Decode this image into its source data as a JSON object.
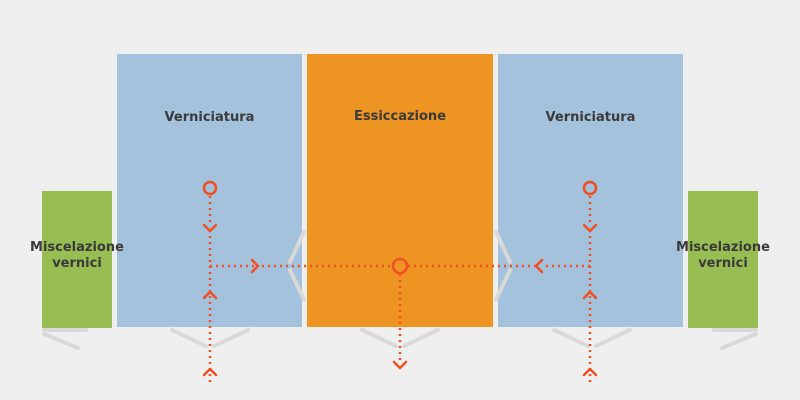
{
  "rooms": {
    "painting_left": "Verniciatura",
    "drying": "Essiccazione",
    "painting_right": "Verniciatura",
    "mixing_left": "Miscelazione\nvernici",
    "mixing_right": "Miscelazione\nvernici"
  },
  "colors": {
    "painting": "#a5c2dc",
    "drying": "#ed9422",
    "mixing": "#98bd52",
    "airflow": "#f04e23",
    "doors": "#d9d9d9"
  }
}
